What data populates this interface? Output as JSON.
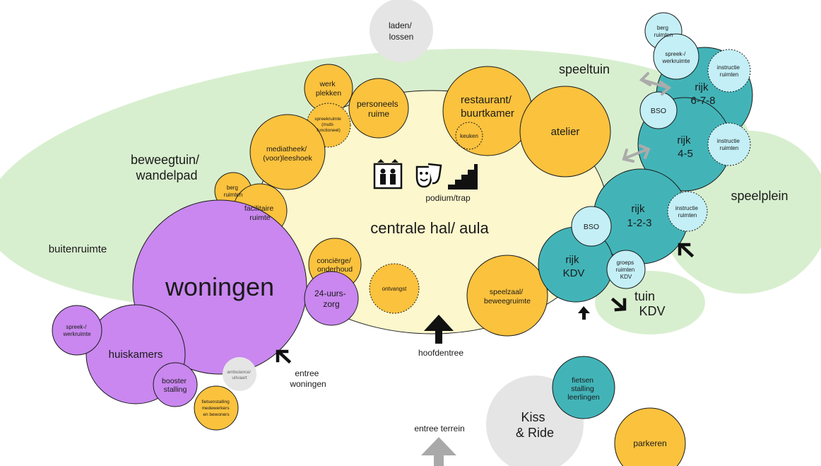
{
  "areas": {
    "speeltuin": "speeltuin",
    "beweegtuin": [
      "beweegtuin/",
      "wandelpad"
    ],
    "buitenruimte": "buitenruimte",
    "speelplein": "speelplein",
    "tuin_kdv": [
      "tuin",
      "KDV"
    ]
  },
  "hall": {
    "label": "centrale hal/ aula",
    "podium": "podium/trap"
  },
  "rooms": {
    "laden_lossen": [
      "laden/",
      "lossen"
    ],
    "werkplekken": [
      "werk",
      "plekken"
    ],
    "personeelsruime": [
      "personeels",
      "ruime"
    ],
    "spreekruimte": [
      "spreekruimte",
      "(multi-",
      "functioneel)"
    ],
    "mediatheek": [
      "mediatheek/",
      "(voor)leeshoek"
    ],
    "bergruimten_left": [
      "berg",
      "ruimten"
    ],
    "facilitaire": [
      "facilitaire",
      "ruimte"
    ],
    "restaurant": [
      "restaurant/",
      "buurtkamer"
    ],
    "keuken": "keuken",
    "atelier": "atelier",
    "concierge": [
      "conciërge/",
      "onderhoud"
    ],
    "ontvangst": "ontvangst",
    "speelzaal": [
      "speelzaal/",
      "beweegruimte"
    ],
    "woningen": "woningen",
    "zorg": [
      "24-uurs-",
      "zorg"
    ],
    "huiskamers": "huiskamers",
    "spreek_left": [
      "spreek-/",
      "werkruimte"
    ],
    "booster": [
      "booster",
      "stalling"
    ],
    "fietsenstalling_medewerkers": [
      "fietsenstalling",
      "medewerkers",
      "en bewoners"
    ],
    "ambulance": [
      "ambulance/",
      "uitvaart"
    ],
    "kiss_ride": [
      "Kiss",
      "& Ride"
    ],
    "fietsen_leerlingen": [
      "fietsen",
      "stalling",
      "leerlingen"
    ],
    "parkeren": "parkeren"
  },
  "teal": {
    "berg_top": [
      "berg",
      "ruimten"
    ],
    "spreek_top": [
      "spreek-/",
      "werkruimte"
    ],
    "instructie_678": [
      "instructie",
      "ruimten"
    ],
    "rijk_678": [
      "rijk",
      "6-7-8"
    ],
    "bso_upper": "BSO",
    "rijk_45": [
      "rijk",
      "4-5"
    ],
    "instructie_45": [
      "instructie",
      "ruimten"
    ],
    "rijk_123": [
      "rijk",
      "1-2-3"
    ],
    "instructie_123": [
      "instructie",
      "ruimten"
    ],
    "bso_lower": "BSO",
    "rijk_kdv": [
      "rijk",
      "KDV"
    ],
    "groeps_kdv": [
      "groeps",
      "ruimten",
      "KDV"
    ]
  },
  "entrances": {
    "hoofdentree": "hoofdentree",
    "entree_woningen": [
      "entree",
      "woningen"
    ],
    "entree_terrein": "entree terrein"
  },
  "icons": [
    "elevator-icon",
    "theater-masks-icon",
    "stairs-icon"
  ],
  "colors": {
    "green": "#d8efcf",
    "hall": "#fcf7cd",
    "orange": "#fbc23d",
    "purple": "#c987ef",
    "teal": "#42b4b8",
    "light_teal": "#c4eff6",
    "grey": "#e5e5e5"
  }
}
